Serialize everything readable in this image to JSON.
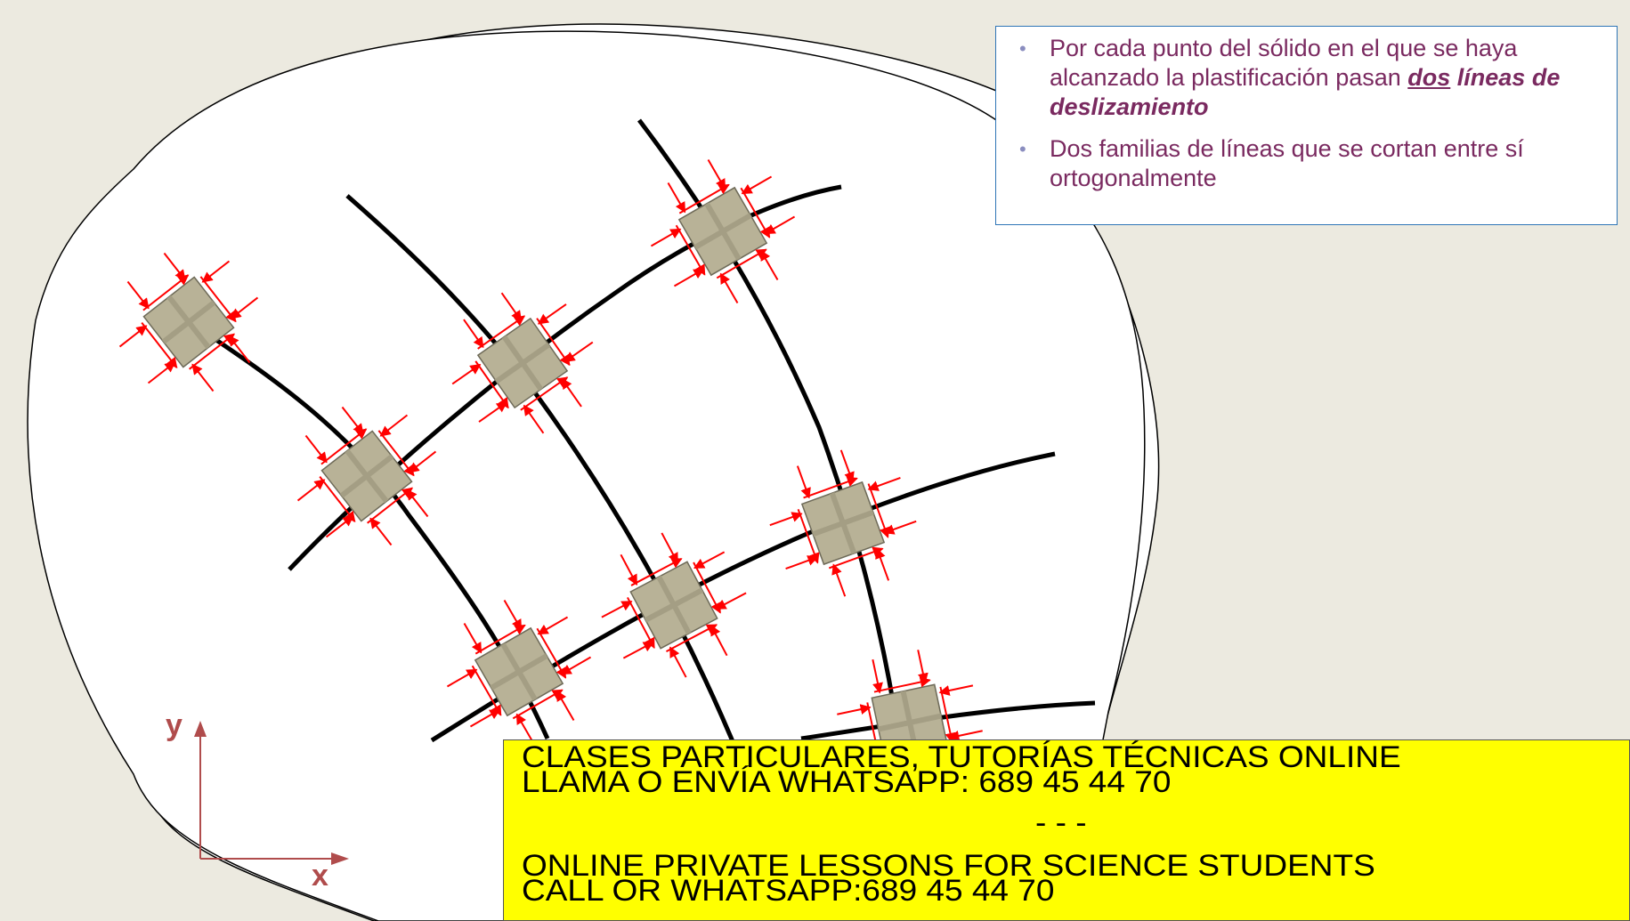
{
  "note": {
    "bullet1_text": "Por cada punto del sólido en el que se haya alcanzado la plastificación pasan ",
    "bullet1_emph_underlined": "dos",
    "bullet1_emph_rest": " líneas de deslizamiento",
    "bullet2_text": "Dos familias de líneas que se cortan entre sí ortogonalmente"
  },
  "axes": {
    "x_label": "x",
    "y_label": "y"
  },
  "banner": {
    "line1": "CLASES PARTICULARES, TUTORÍAS TÉCNICAS ONLINE",
    "line2": "LLAMA O ENVÍA WHATSAPP: 689 45 44 70",
    "separator": "- - -",
    "line3": "ONLINE PRIVATE LESSONS FOR SCIENCE STUDENTS",
    "line4": "CALL OR WHATSAPP:689 45 44 70"
  },
  "colors": {
    "background": "#ECEAE0",
    "body_fill": "#FFFFFF",
    "slip_line": "#000000",
    "element_fill": "#B8B297",
    "arrow": "#FF0000",
    "axis": "#B04C4C",
    "note_text": "#7A2A60",
    "banner": "#FFFF00"
  }
}
